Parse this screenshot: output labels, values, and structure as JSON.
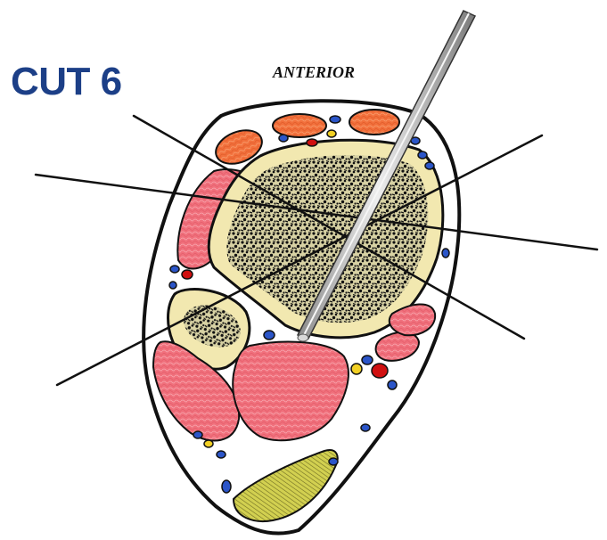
{
  "title": "CUT 6",
  "orientation_label": "ANTERIOR",
  "colors": {
    "title": "#1c3f87",
    "muscle": "#f0707c",
    "muscle_anterior": "#f2703c",
    "bone_cortex": "#f2e8b0",
    "bone_marrow": "#111111",
    "vein": "#2b55c8",
    "artery": "#d01010",
    "nerve": "#f2d024",
    "fat_pad": "#d2d050",
    "outline": "#111111",
    "instrument": "#b8b8b8"
  },
  "icons": [
    "arthroscope-instrument",
    "tibia-bone",
    "fibula-bone",
    "achilles-fat-pad"
  ]
}
